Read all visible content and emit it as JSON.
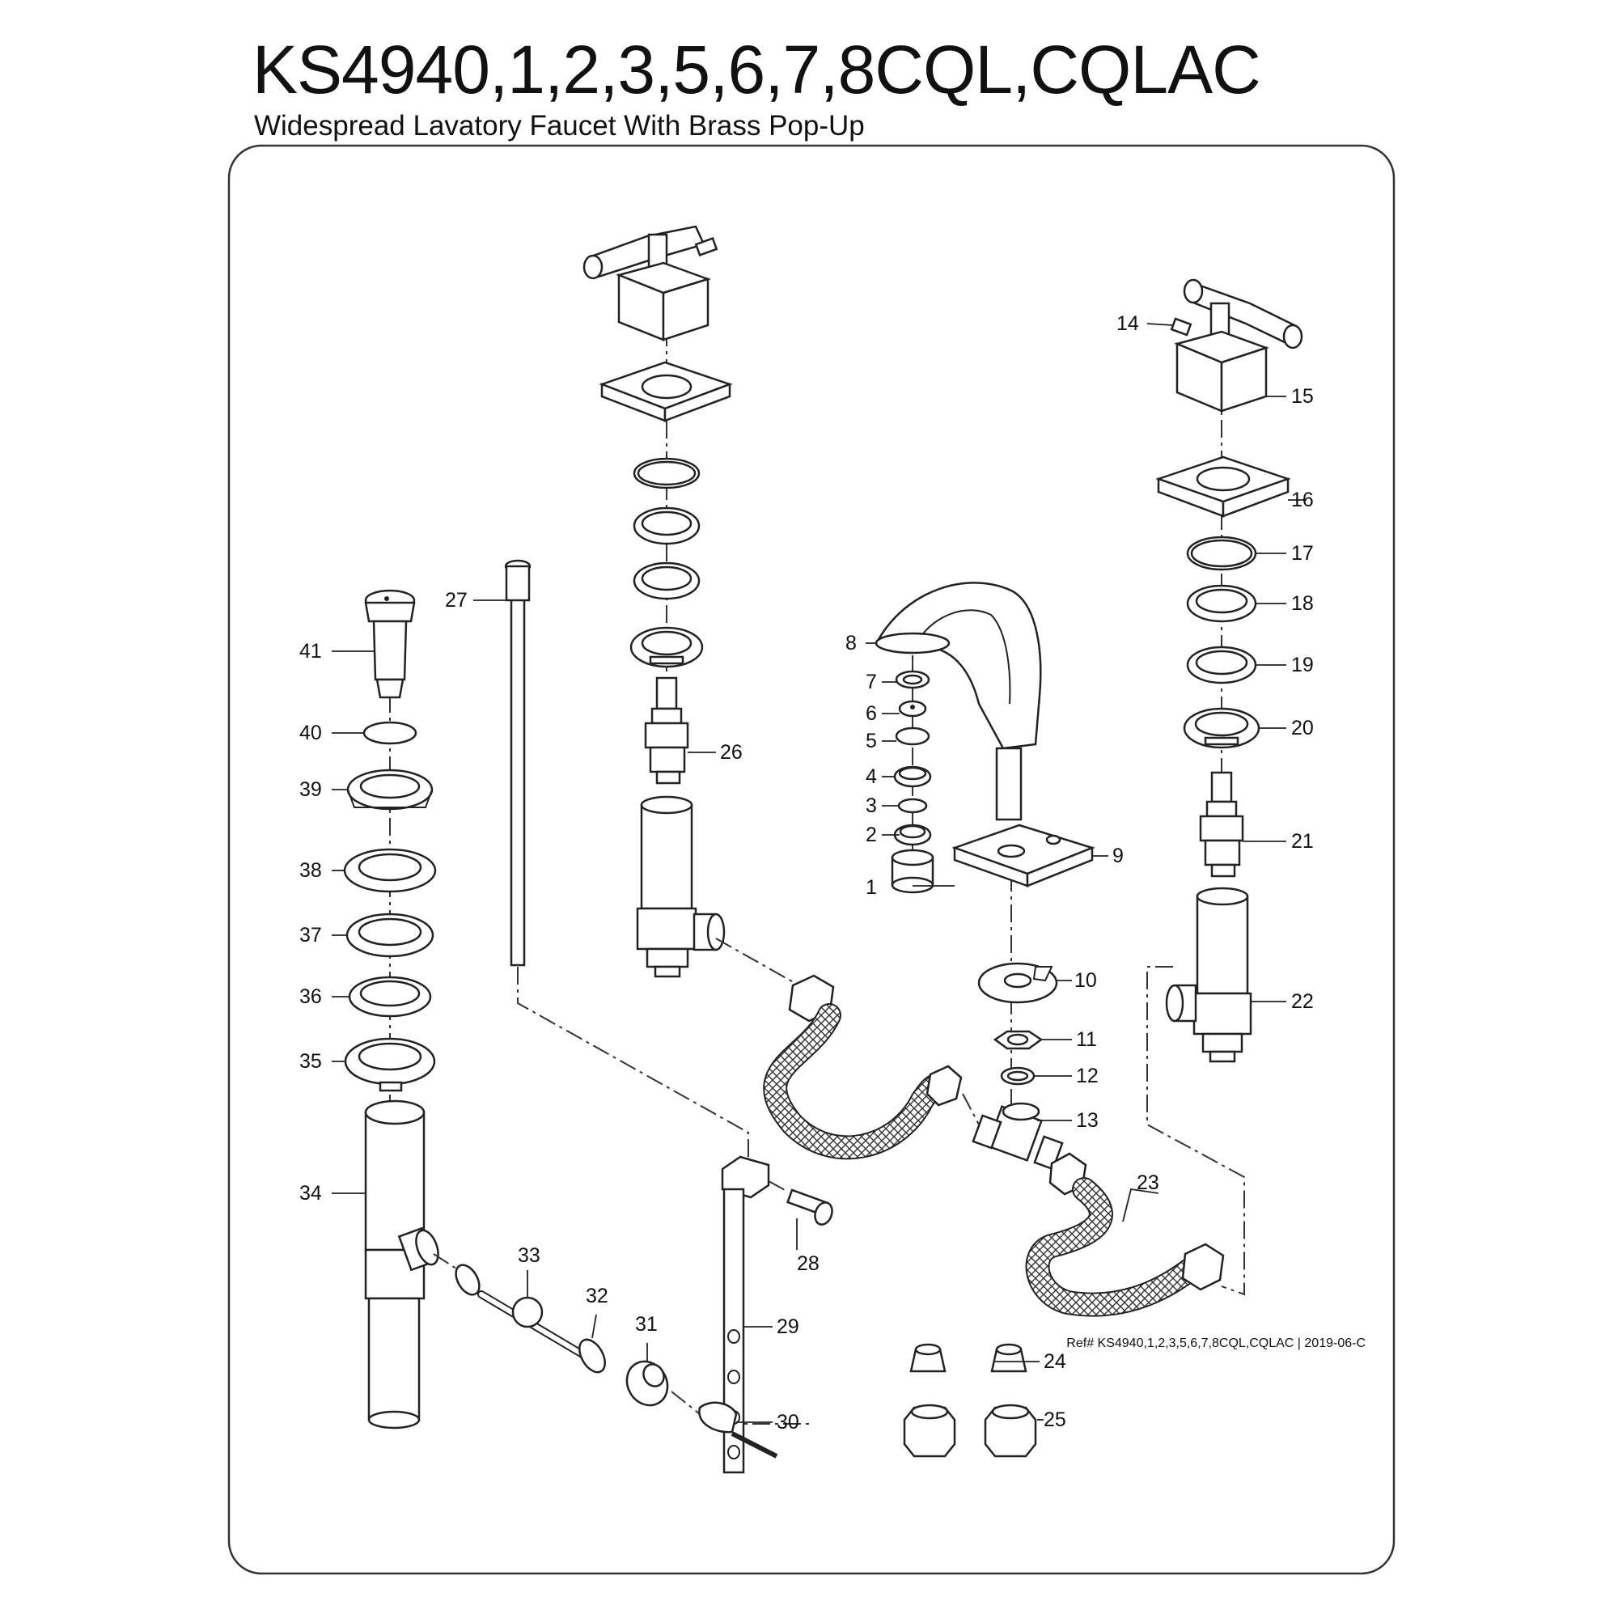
{
  "header": {
    "title": "KS4940,1,2,3,5,6,7,8CQL,CQLAC",
    "subtitle": "Widespread Lavatory Faucet With Brass Pop-Up"
  },
  "footer": {
    "ref": "Ref# KS4940,1,2,3,5,6,7,8CQL,CQLAC | 2019-06-C"
  },
  "callouts": {
    "c1": "1",
    "c2": "2",
    "c3": "3",
    "c4": "4",
    "c5": "5",
    "c6": "6",
    "c7": "7",
    "c8": "8",
    "c9": "9",
    "c10": "10",
    "c11": "11",
    "c12": "12",
    "c13": "13",
    "c14": "14",
    "c15": "15",
    "c16": "16",
    "c17": "17",
    "c18": "18",
    "c19": "19",
    "c20": "20",
    "c21": "21",
    "c22": "22",
    "c23": "23",
    "c24": "24",
    "c25": "25",
    "c26": "26",
    "c27": "27",
    "c28": "28",
    "c29": "29",
    "c30": "30",
    "c31": "31",
    "c32": "32",
    "c33": "33",
    "c34": "34",
    "c35": "35",
    "c36": "36",
    "c37": "37",
    "c38": "38",
    "c39": "39",
    "c40": "40",
    "c41": "41"
  }
}
